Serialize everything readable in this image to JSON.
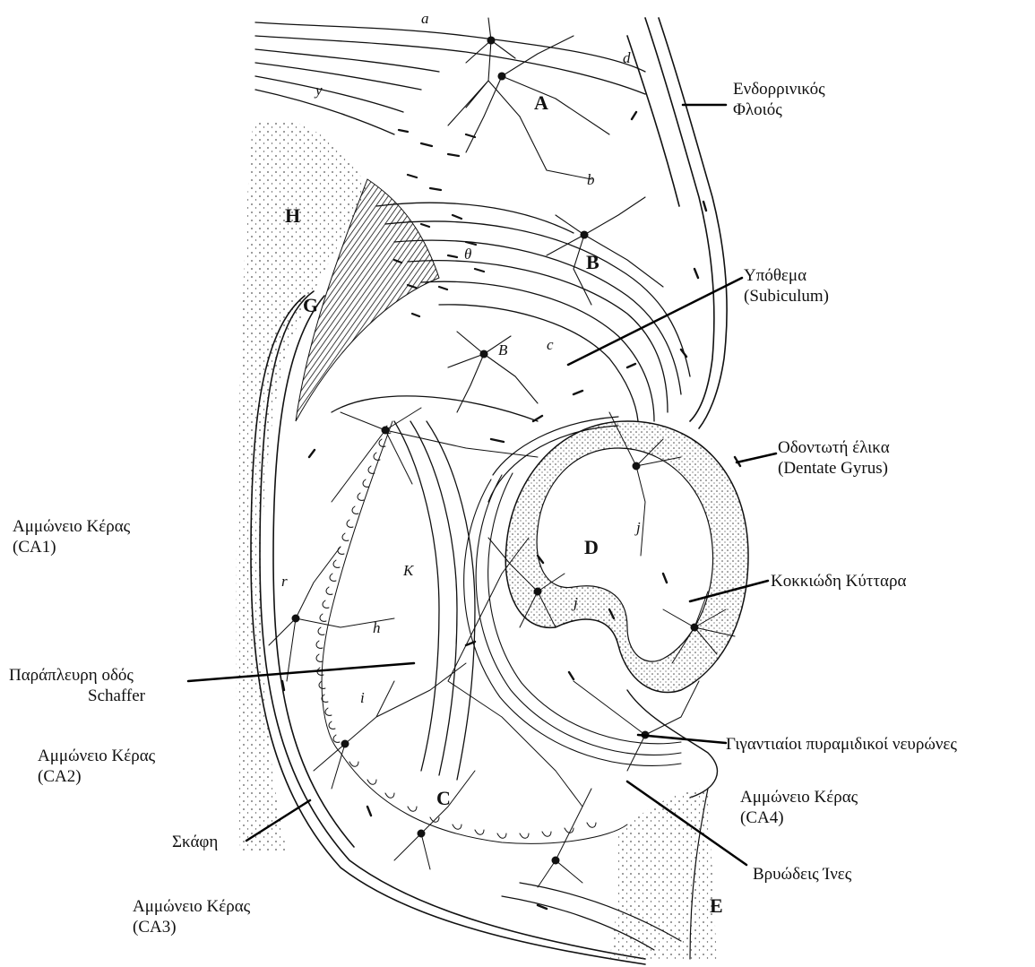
{
  "labels": {
    "entorhinal": [
      "Ενδορρινικός",
      "Φλοιός"
    ],
    "subiculum": [
      "Υπόθεμα",
      "(Subiculum)"
    ],
    "dentate": [
      "Οδοντωτή έλικα",
      "(Dentate Gyrus)"
    ],
    "ca1": [
      "Αμμώνειο Κέρας",
      "(CA1)"
    ],
    "granule": "Κοκκιώδη Κύτταρα",
    "schaffer": [
      "Παράπλευρη οδός",
      "Schaffer"
    ],
    "giant_pyramidal": "Γιγαντιαίοι πυραμιδικοί νευρώνες",
    "ca2": [
      "Αμμώνειο Κέρας",
      "(CA2)"
    ],
    "ca4": [
      "Αμμώνειο Κέρας",
      "(CA4)"
    ],
    "alveus": "Σκάφη",
    "mossy": "Βρυώδεις Ίνες",
    "ca3": [
      "Αμμώνειο Κέρας",
      "(CA3)"
    ]
  },
  "drawing_letters": {
    "A": "A",
    "B": "B",
    "B2": "B",
    "C": "C",
    "D": "D",
    "E": "E",
    "G": "G",
    "H": "H",
    "K": "K",
    "a": "a",
    "b": "b",
    "c": "c",
    "d": "d",
    "h": "h",
    "i": "i",
    "j": "j",
    "j2": "j",
    "r": "r",
    "y": "y",
    "theta": "θ"
  },
  "colors": {
    "ink": "#111111",
    "stipple": "#555555",
    "background": "#ffffff"
  }
}
